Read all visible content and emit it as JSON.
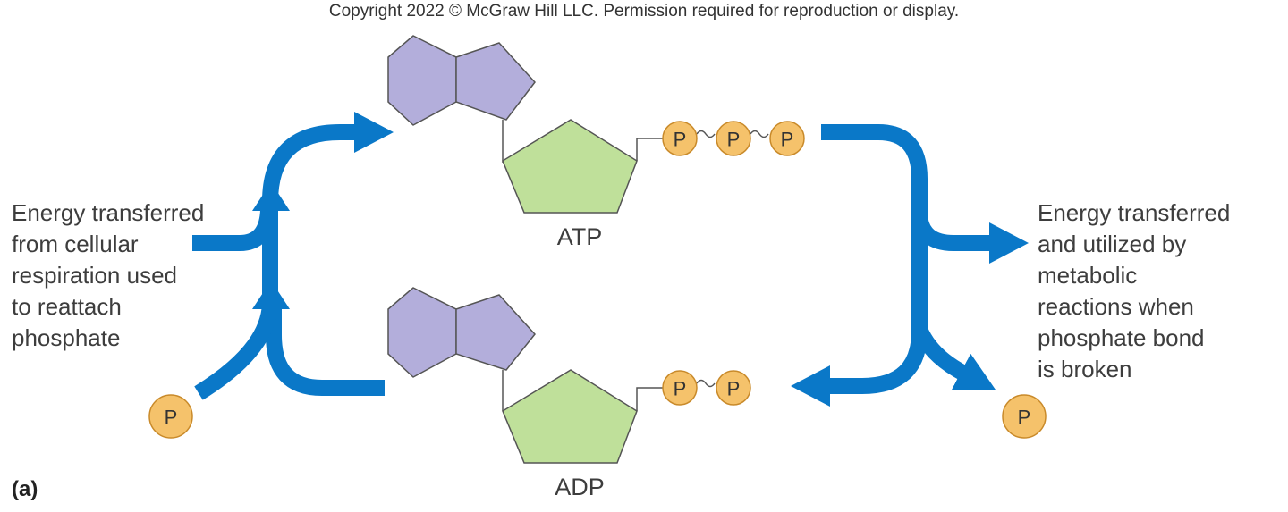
{
  "copyright": "Copyright 2022 © McGraw Hill LLC. Permission required for reproduction or display.",
  "left_label": "Energy transferred\nfrom cellular\nrespiration used\nto reattach\nphosphate",
  "right_label": "Energy transferred\nand utilized by\nmetabolic\nreactions when\nphosphate bond\nis broken",
  "atp_label": "ATP",
  "adp_label": "ADP",
  "panel_label": "(a)",
  "phosphate_symbol": "P",
  "colors": {
    "arrow": "#0a78c8",
    "adenine": "#b3aedb",
    "ribose": "#bfe09a",
    "phosphate": "#f5c26b",
    "outline": "#555555"
  }
}
